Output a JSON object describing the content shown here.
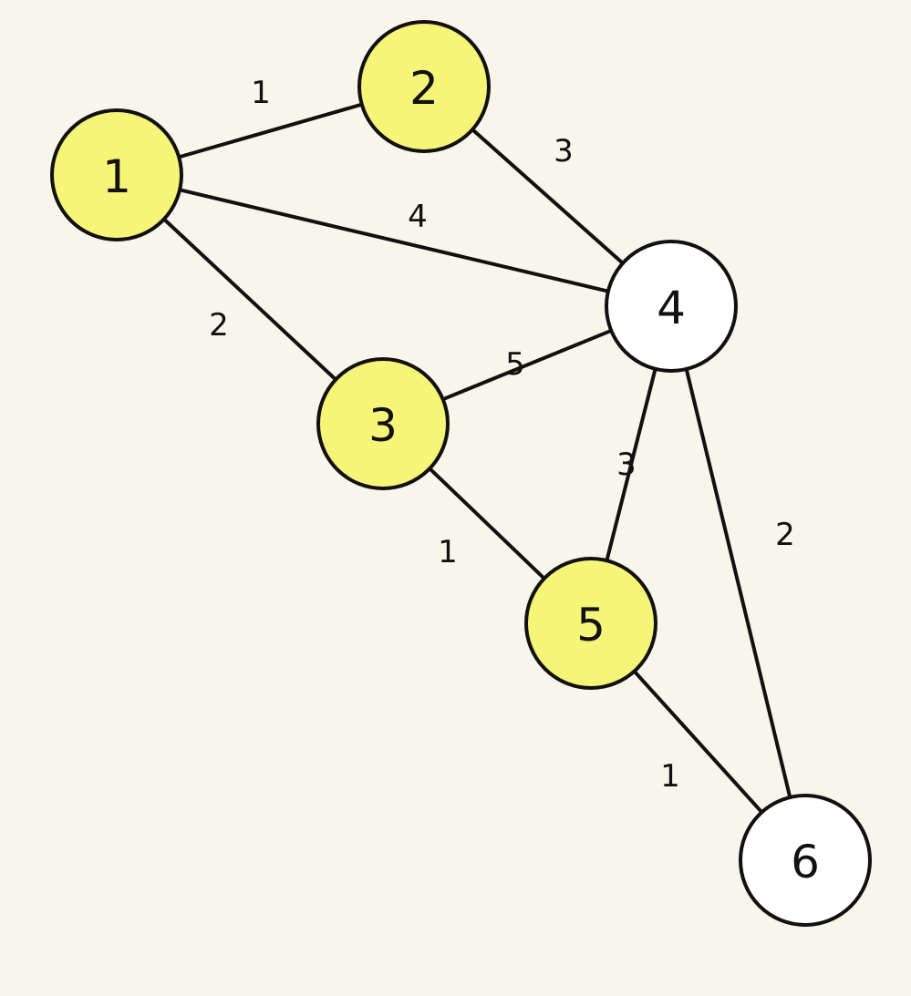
{
  "colors": {
    "background": "#f8f6ea",
    "highlight": "#f5f578",
    "plain": "#ffffff",
    "stroke": "#111111"
  },
  "nodes": [
    {
      "id": "1",
      "label": "1",
      "highlighted": true
    },
    {
      "id": "2",
      "label": "2",
      "highlighted": true
    },
    {
      "id": "3",
      "label": "3",
      "highlighted": true
    },
    {
      "id": "4",
      "label": "4",
      "highlighted": false
    },
    {
      "id": "5",
      "label": "5",
      "highlighted": true
    },
    {
      "id": "6",
      "label": "6",
      "highlighted": false
    }
  ],
  "edges": [
    {
      "from": "1",
      "to": "2",
      "weight": "1"
    },
    {
      "from": "2",
      "to": "4",
      "weight": "3"
    },
    {
      "from": "1",
      "to": "4",
      "weight": "4"
    },
    {
      "from": "1",
      "to": "3",
      "weight": "2"
    },
    {
      "from": "3",
      "to": "4",
      "weight": "5"
    },
    {
      "from": "4",
      "to": "5",
      "weight": "3"
    },
    {
      "from": "4",
      "to": "6",
      "weight": "2"
    },
    {
      "from": "3",
      "to": "5",
      "weight": "1"
    },
    {
      "from": "5",
      "to": "6",
      "weight": "1"
    }
  ]
}
